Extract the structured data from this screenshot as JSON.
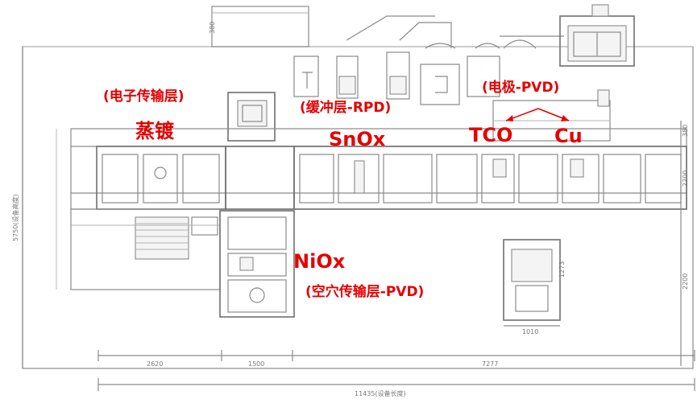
{
  "labels": {
    "etl_note": "(电子传输层)",
    "etl_process": "蒸镀",
    "buffer_note": "(缓冲层-RPD)",
    "buffer_material": "SnOx",
    "electrode_note": "(电极-PVD)",
    "electrode_tco": "TCO",
    "electrode_cu": "Cu",
    "htl_material": "NiOx",
    "htl_note": "(空穴传输层-PVD)"
  },
  "dimensions": {
    "width_1": "2620",
    "width_2": "1500",
    "width_3": "7277",
    "height_top": "380",
    "height_right_1": "380",
    "height_right_2": "2200",
    "height_right_3": "2200",
    "sub_width": "1010",
    "sub_height": "1273",
    "left_total": "5750(设备高度)",
    "bottom_total": "11435(设备长度)"
  },
  "colors": {
    "label": "#e60000",
    "line": "#8a8a8a"
  }
}
